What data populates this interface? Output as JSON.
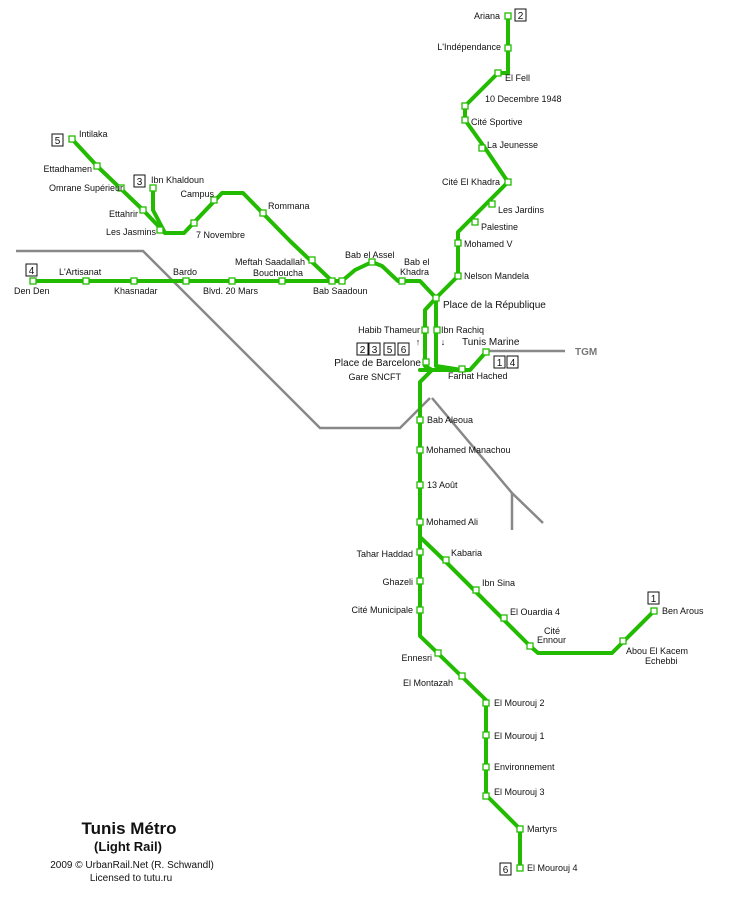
{
  "colors": {
    "line": "#22bb00",
    "rail": "#888888",
    "text": "#111111"
  },
  "title": "Tunis Métro",
  "subtitle": "(Light Rail)",
  "credit_line1": "2009 © UrbanRail.Net (R. Schwandl)",
  "credit_line2": "Licensed to tutu.ru",
  "tgm_label": "TGM",
  "arrows": {
    "up": "↑",
    "down": "↓"
  },
  "badges": {
    "line2_north": "2",
    "line5_north": "5",
    "line3_north": "3",
    "line4_west": "4",
    "barcelona_2": "2",
    "barcelona_3": "3",
    "barcelona_5": "5",
    "barcelona_6": "6",
    "marine_1": "1",
    "marine_4": "4",
    "line1_east": "1",
    "line6_south": "6"
  },
  "stations": {
    "ariana": "Ariana",
    "independance": "L'Indépendance",
    "el_fell": "El Fell",
    "decembre_1948": "10 Decembre 1948",
    "cite_sportive": "Cité Sportive",
    "la_jeunesse": "La Jeunesse",
    "cite_el_khadra": "Cité El Khadra",
    "les_jardins": "Les Jardins",
    "palestine": "Palestine",
    "mohamed_v": "Mohamed V",
    "nelson_mandela": "Nelson Mandela",
    "place_republique": "Place de la République",
    "ibn_rachiq": "Ibn Rachiq",
    "habib_thameur": "Habib Thameur",
    "tunis_marine": "Tunis Marine",
    "place_barcelone": "Place de Barcelone",
    "gare_sncft": "Gare SNCFT",
    "farhat_hached": "Farhat Hached",
    "intilaka": "Intilaka",
    "ettadhamen": "Ettadhamen",
    "omrane_superieur": "Omrane Supérieur",
    "ettahrir": "Ettahrir",
    "les_jasmins": "Les Jasmins",
    "ibn_khaldoun": "Ibn Khaldoun",
    "campus": "Campus",
    "sept_novembre": "7 Novembre",
    "rommana": "Rommana",
    "meftah_saadallah": "Meftah Saadallah",
    "bouchoucha": "Bouchoucha",
    "bab_saadoun": "Bab Saadoun",
    "bab_el_assel": "Bab el Assel",
    "bab_el_khadra_1": "Bab el",
    "bab_el_khadra_2": "Khadra",
    "den_den": "Den Den",
    "lartisanat": "L'Artisanat",
    "khasnadar": "Khasnadar",
    "bardo": "Bardo",
    "blvd_20_mars": "Blvd. 20 Mars",
    "bab_aleoua": "Bab Aleoua",
    "mohamed_manachou": "Mohamed Manachou",
    "aout_13": "13 Août",
    "mohamed_ali": "Mohamed Ali",
    "tahar_haddad": "Tahar Haddad",
    "ghazeli": "Ghazeli",
    "cite_municipale": "Cité Municipale",
    "ennesri": "Ennesri",
    "el_montazah": "El Montazah",
    "el_mourouj_2": "El Mourouj 2",
    "el_mourouj_1": "El Mourouj 1",
    "environnement": "Environnement",
    "el_mourouj_3": "El Mourouj 3",
    "martyrs": "Martyrs",
    "el_mourouj_4": "El Mourouj 4",
    "kabaria": "Kabaria",
    "ibn_sina": "Ibn Sina",
    "el_ouardia_4": "El Ouardia 4",
    "cite_ennour_1": "Cité",
    "cite_ennour_2": "Ennour",
    "abou_el_kacem_1": "Abou El Kacem",
    "abou_el_kacem_2": "Echebbi",
    "ben_arous": "Ben Arous"
  }
}
